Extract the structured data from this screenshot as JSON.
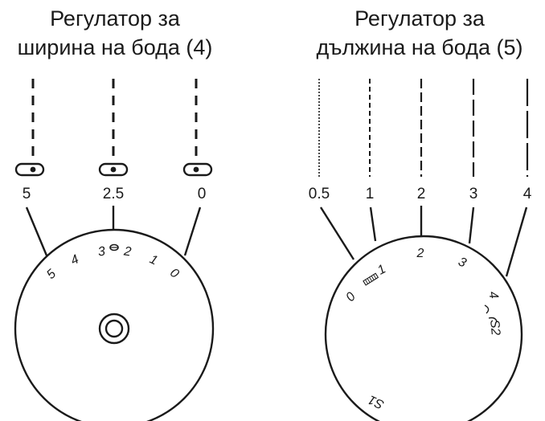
{
  "width_regulator": {
    "title_line1": "Регулатор за",
    "title_line2": "ширина на бода (4)",
    "positions": [
      "5",
      "2.5",
      "0"
    ],
    "dial_marks": [
      "5",
      "4",
      "3",
      "2",
      "1",
      "0"
    ]
  },
  "length_regulator": {
    "title_line1": "Регулатор за",
    "title_line2": "дължина на бода (5)",
    "positions": [
      "0.5",
      "1",
      "2",
      "3",
      "4"
    ],
    "dial_marks": [
      "0",
      "1",
      "2",
      "3",
      "4",
      "S2",
      "S1"
    ]
  }
}
